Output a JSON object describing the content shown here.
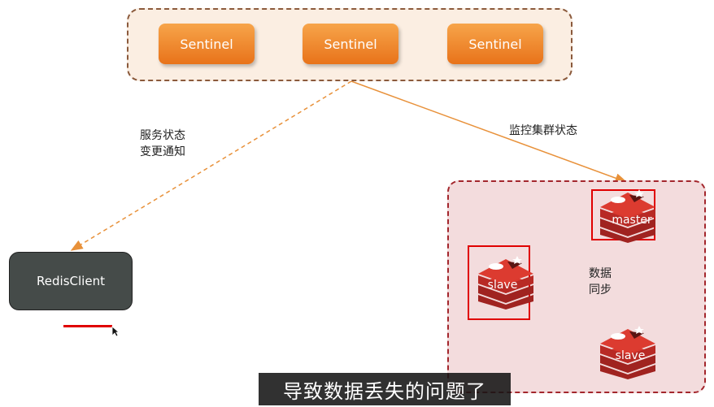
{
  "sentinels": [
    "Sentinel",
    "Sentinel",
    "Sentinel"
  ],
  "client": {
    "label": "RedisClient"
  },
  "edges": {
    "notify_label_line1": "服务状态",
    "notify_label_line2": "变更通知",
    "monitor_label": "监控集群状态",
    "sync_label_line1": "数据",
    "sync_label_line2": "同步"
  },
  "nodes": {
    "master": "master",
    "slave_left": "slave",
    "slave_bottom": "slave"
  },
  "subtitle": "导致数据丢失的问题了",
  "colors": {
    "sentinel_fill": "#ef8a2e",
    "redis_red": "#c8302c",
    "client_fill": "#454b49",
    "highlight": "#e00000"
  }
}
